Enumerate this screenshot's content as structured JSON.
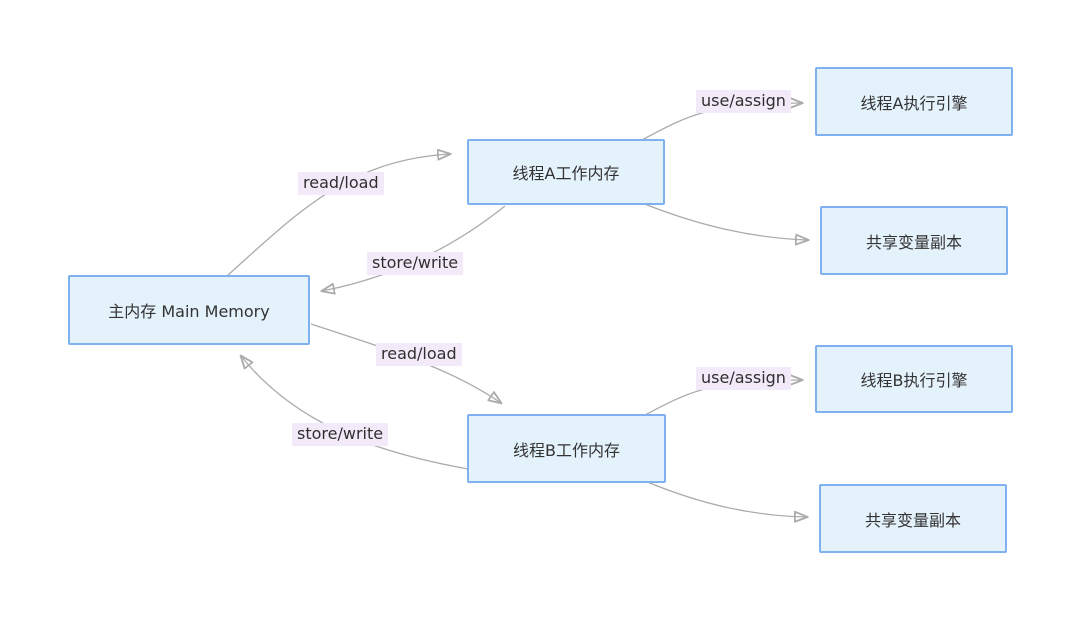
{
  "nodes": {
    "main_memory": {
      "label": "主内存 Main Memory"
    },
    "thread_a_work": {
      "label": "线程A工作内存"
    },
    "thread_a_engine": {
      "label": "线程A执行引擎"
    },
    "thread_a_shared_copy": {
      "label": "共享变量副本"
    },
    "thread_b_work": {
      "label": "线程B工作内存"
    },
    "thread_b_engine": {
      "label": "线程B执行引擎"
    },
    "thread_b_shared_copy": {
      "label": "共享变量副本"
    }
  },
  "edges": [
    {
      "from": "main_memory",
      "to": "thread_a_work",
      "label": "read/load"
    },
    {
      "from": "thread_a_work",
      "to": "main_memory",
      "label": "store/write"
    },
    {
      "from": "thread_a_work",
      "to": "thread_a_engine",
      "label": "use/assign"
    },
    {
      "from": "thread_a_work",
      "to": "thread_a_shared_copy",
      "label": ""
    },
    {
      "from": "main_memory",
      "to": "thread_b_work",
      "label": "read/load"
    },
    {
      "from": "thread_b_work",
      "to": "main_memory",
      "label": "store/write"
    },
    {
      "from": "thread_b_work",
      "to": "thread_b_engine",
      "label": "use/assign"
    },
    {
      "from": "thread_b_work",
      "to": "thread_b_shared_copy",
      "label": ""
    }
  ],
  "colors": {
    "background": "#FFFFFF",
    "node_fill": "#E4F2FC",
    "node_border": "#7FB1F0",
    "edge_line": "#ABABAB",
    "arrowhead": "#9B9B9B",
    "edge_label_bg": "#F3EAF9",
    "text": "#333333"
  }
}
